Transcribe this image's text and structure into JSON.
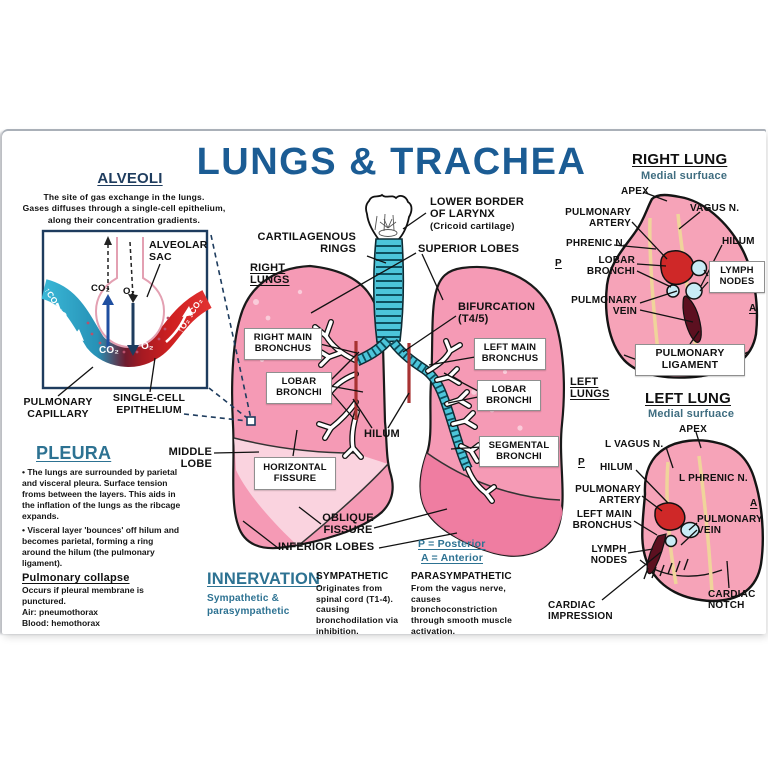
{
  "colors": {
    "title_blue": "#1b5c94",
    "teal_heading": "#2d7292",
    "navy": "#1e3c5e",
    "lung_pink": "#f59ab5",
    "lung_light": "#fbd9e3",
    "lung_dark": "#ee7ba0",
    "trachea_teal": "#4cc5da",
    "hilum_red": "#a83232",
    "artery_red": "#cf2828",
    "vein_blue": "#c9ecf6",
    "nerve_yellow": "#f0d49b",
    "capillary_cyan": "#39b7d6",
    "capillary_red": "#d42222"
  },
  "title": "LUNGS & TRACHEA",
  "alveoli": {
    "heading": "ALVEOLI",
    "description": "The site of gas exchange in the lungs.\nGases diffuses through a single-cell epithelium,\nalong their concentration gradients.",
    "alveolar_sac": "ALVEOLAR\nSAC",
    "co2": "CO₂",
    "o2": "O₂",
    "co2_white": "CO₂",
    "o2_white": "O₂",
    "vessel_in": "↑CO₂ ↓O₂",
    "vessel_out": "↑O₂ ↓CO₂",
    "pulmonary_capillary": "PULMONARY\nCAPILLARY",
    "single_cell_epithelium": "SINGLE-CELL\nEPITHELIUM"
  },
  "pleura": {
    "heading": "PLEURA",
    "bullet1": "• The lungs are surrounded by parietal and visceral pleura. Surface tension froms between the layers. This aids in the inflation of the lungs as the ribcage expands.",
    "bullet2": "• Visceral layer 'bounces' off hilum and becomes parietal, forming a ring around the hilum (the pulmonary ligament).",
    "collapse_heading": "Pulmonary collapse",
    "collapse_text": "Occurs if pleural membrane is punctured.",
    "air": "Air: pneumothorax",
    "blood": "Blood: hemothorax"
  },
  "central": {
    "lower_border": "LOWER BORDER\nOF LARYNX",
    "cricoid": "(Cricoid cartilage)",
    "cartilagenous_rings": "CARTILAGENOUS\nRINGS",
    "superior_lobes": "SUPERIOR LOBES",
    "right_lungs": "RIGHT\nLUNGS",
    "bifurcation": "BIFURCATION\n(T4/5)",
    "right_main_bronchus": "RIGHT MAIN\nBRONCHUS",
    "left_main_bronchus": "LEFT MAIN\nBRONCHUS",
    "lobar_bronchi_left": "LOBAR\nBRONCHI",
    "lobar_bronchi_right": "LOBAR\nBRONCHI",
    "left_lungs": "LEFT\nLUNGS",
    "hilum": "HILUM",
    "segmental_bronchi": "SEGMENTAL\nBRONCHI",
    "middle_lobe": "MIDDLE\nLOBE",
    "horizontal_fissure": "HORIZONTAL\nFISSURE",
    "oblique_fissure": "OBLIQUE\nFISSURE",
    "inferior_lobes": "INFERIOR LOBES",
    "p_key": "P = Posterior",
    "a_key": "A = Anterior"
  },
  "innervation": {
    "heading": "INNERVATION",
    "subtitle": "Sympathetic &\nparasympathetic",
    "sympathetic_title": "SYMPATHETIC",
    "sympathetic_text": "Originates from spinal cord (T1-4). causing bronchodilation via inhibition.",
    "parasympathetic_title": "PARASYMPATHETIC",
    "parasympathetic_text": "From the vagus nerve, causes bronchoconstriction through smooth muscle activation."
  },
  "right_medial": {
    "title": "RIGHT LUNG",
    "subtitle": "Medial surfuace",
    "apex": "APEX",
    "vagus": "VAGUS N.",
    "pulmonary_artery": "PULMONARY\nARTERY",
    "phrenic": "PHRENIC N.",
    "hilum": "HILUM",
    "lobar_bronchi": "LOBAR\nBRONCHI",
    "lymph_nodes": "LYMPH\nNODES",
    "pulmonary_vein": "PULMONARY\nVEIN",
    "pulmonary_ligament": "PULMONARY\nLIGAMENT",
    "p": "P",
    "a": "A"
  },
  "left_medial": {
    "title": "LEFT LUNG",
    "subtitle": "Medial surfuace",
    "apex": "APEX",
    "l_vagus": "L VAGUS N.",
    "hilum": "HILUM",
    "l_phrenic": "L PHRENIC N.",
    "pulmonary_artery": "PULMONARY\nARTERY",
    "left_main_bronchus": "LEFT MAIN\nBRONCHUS",
    "pulmonary_vein": "PULMONARY\nVEIN",
    "lymph_nodes": "LYMPH\nNODES",
    "cardiac_impression": "CARDIAC\nIMPRESSION",
    "cardiac_notch": "CARDIAC\nNOTCH",
    "p": "P",
    "a": "A"
  }
}
